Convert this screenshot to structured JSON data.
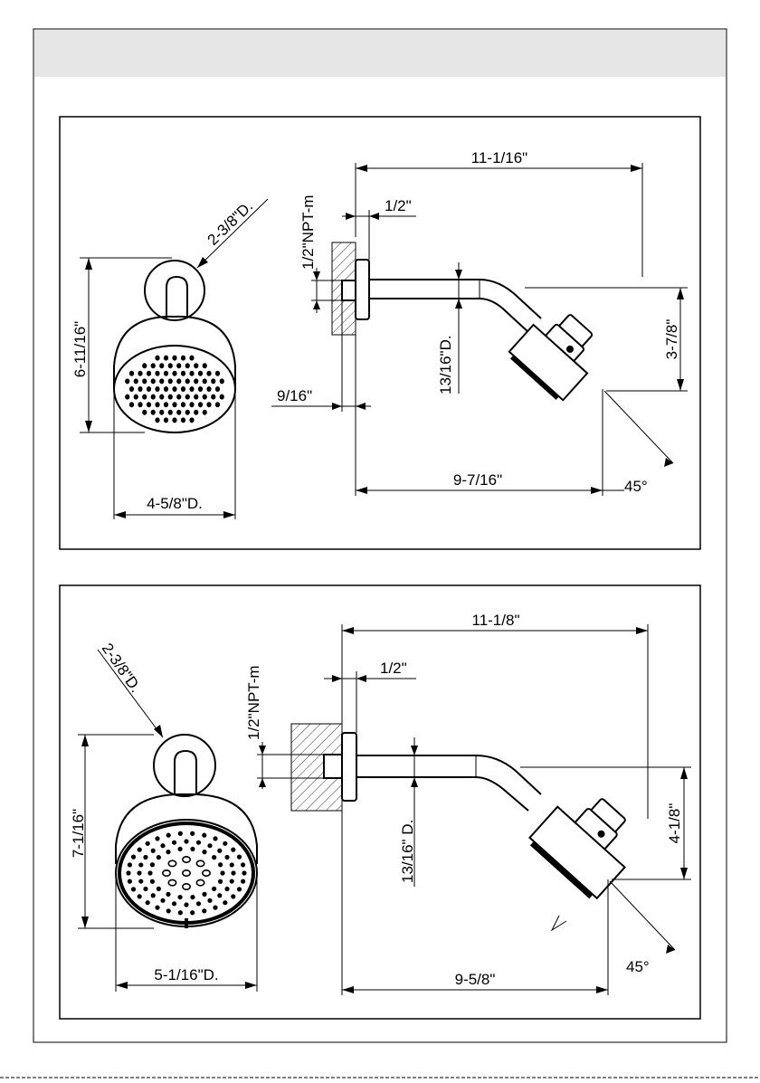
{
  "diagram_top": {
    "front": {
      "diameter_flange": "2-3/8\"D.",
      "height": "6-11/16\"",
      "diameter_head": "4-5/8\"D."
    },
    "side": {
      "length_overall": "11-1/16\"",
      "flange_depth": "1/2\"",
      "thread": "1/2\"NPT-m",
      "arm_diameter": "13/16\"D.",
      "wall_offset": "9/16\"",
      "drop": "3-7/8\"",
      "reach": "9-7/16\"",
      "angle": "45°"
    }
  },
  "diagram_bottom": {
    "front": {
      "diameter_flange": "2-3/8\"D.",
      "height": "7-1/16\"",
      "diameter_head": "5-1/16\"D."
    },
    "side": {
      "length_overall": "11-1/8\"",
      "flange_depth": "1/2\"",
      "thread": "1/2\"NPT-m",
      "arm_diameter": "13/16\" D.",
      "drop": "4-1/8\"",
      "reach": "9-5/8\"",
      "angle": "45°"
    }
  }
}
